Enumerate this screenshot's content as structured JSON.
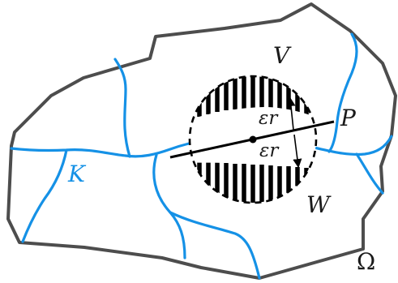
{
  "labels": {
    "V": "V",
    "W": "W",
    "P": "P",
    "K": "K",
    "omega": "Ω",
    "eps_r_top": "εr",
    "eps_r_bottom": "εr"
  },
  "colors": {
    "boundary": "#4d4d4d",
    "mesh_edges": "#1591e6",
    "hatch": "#000000",
    "line": "#000000",
    "text": "#1a1a1a"
  }
}
